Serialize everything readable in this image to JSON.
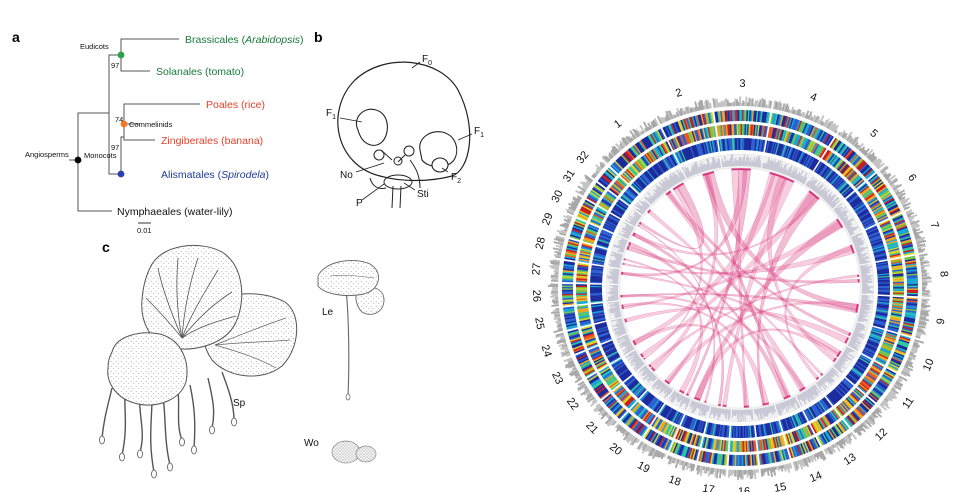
{
  "panels": {
    "a": {
      "letter": "a",
      "taxa": [
        {
          "name": "Brassicales",
          "model": "Arabidopsis",
          "model_italic": true,
          "color": "#1a7a3a"
        },
        {
          "name": "Solanales",
          "model": "tomato",
          "model_italic": false,
          "color": "#1a7a3a"
        },
        {
          "name": "Poales",
          "model": "rice",
          "model_italic": false,
          "color": "#e8402a"
        },
        {
          "name": "Zingiberales",
          "model": "banana",
          "model_italic": false,
          "color": "#e8402a"
        },
        {
          "name": "Alismatales",
          "model": "Spirodela",
          "model_italic": true,
          "color": "#1f3b9b"
        },
        {
          "name": "Nymphaeales",
          "model": "water-lily",
          "model_italic": false,
          "color": "#111111"
        }
      ],
      "node_labels": {
        "eudicots": "Eudicots",
        "commelinids": "Commelinids",
        "monocots": "Monocots",
        "angiosperms": "Angiosperms"
      },
      "bootstrap": {
        "eudicots": "97",
        "commelinids": "74",
        "monocots": "97"
      },
      "scale_label": "0.01",
      "node_colors": {
        "eudicots": "#2aa14a",
        "commelinids": "#f07a2a",
        "monocots": "#2a3fb0",
        "angiosperms": "#000000"
      }
    },
    "b": {
      "letter": "b",
      "labels": {
        "f0": "F",
        "f0_sub": "0",
        "f1_left": "F",
        "f1_left_sub": "1",
        "f1_right": "F",
        "f1_right_sub": "1",
        "f2": "F",
        "f2_sub": "2",
        "no": "No",
        "p": "P",
        "sti": "Sti"
      }
    },
    "c": {
      "letter": "c",
      "labels": {
        "sp": "Sp",
        "le": "Le",
        "wo": "Wo"
      }
    },
    "circos": {
      "chromosomes": [
        "1",
        "2",
        "3",
        "4",
        "5",
        "6",
        "7",
        "8",
        "9",
        "10",
        "11",
        "12",
        "13",
        "14",
        "15",
        "16",
        "17",
        "18",
        "19",
        "20",
        "21",
        "22",
        "23",
        "24",
        "25",
        "26",
        "27",
        "28",
        "29",
        "30",
        "31",
        "32"
      ],
      "ribbon_color": "#d8347a",
      "track_palette": [
        "#1b2a9c",
        "#2b5fd0",
        "#18a5d4",
        "#2fc7a2",
        "#76c442",
        "#d6d32a",
        "#f2a31f",
        "#ea5a22",
        "#c81e1e"
      ]
    }
  }
}
